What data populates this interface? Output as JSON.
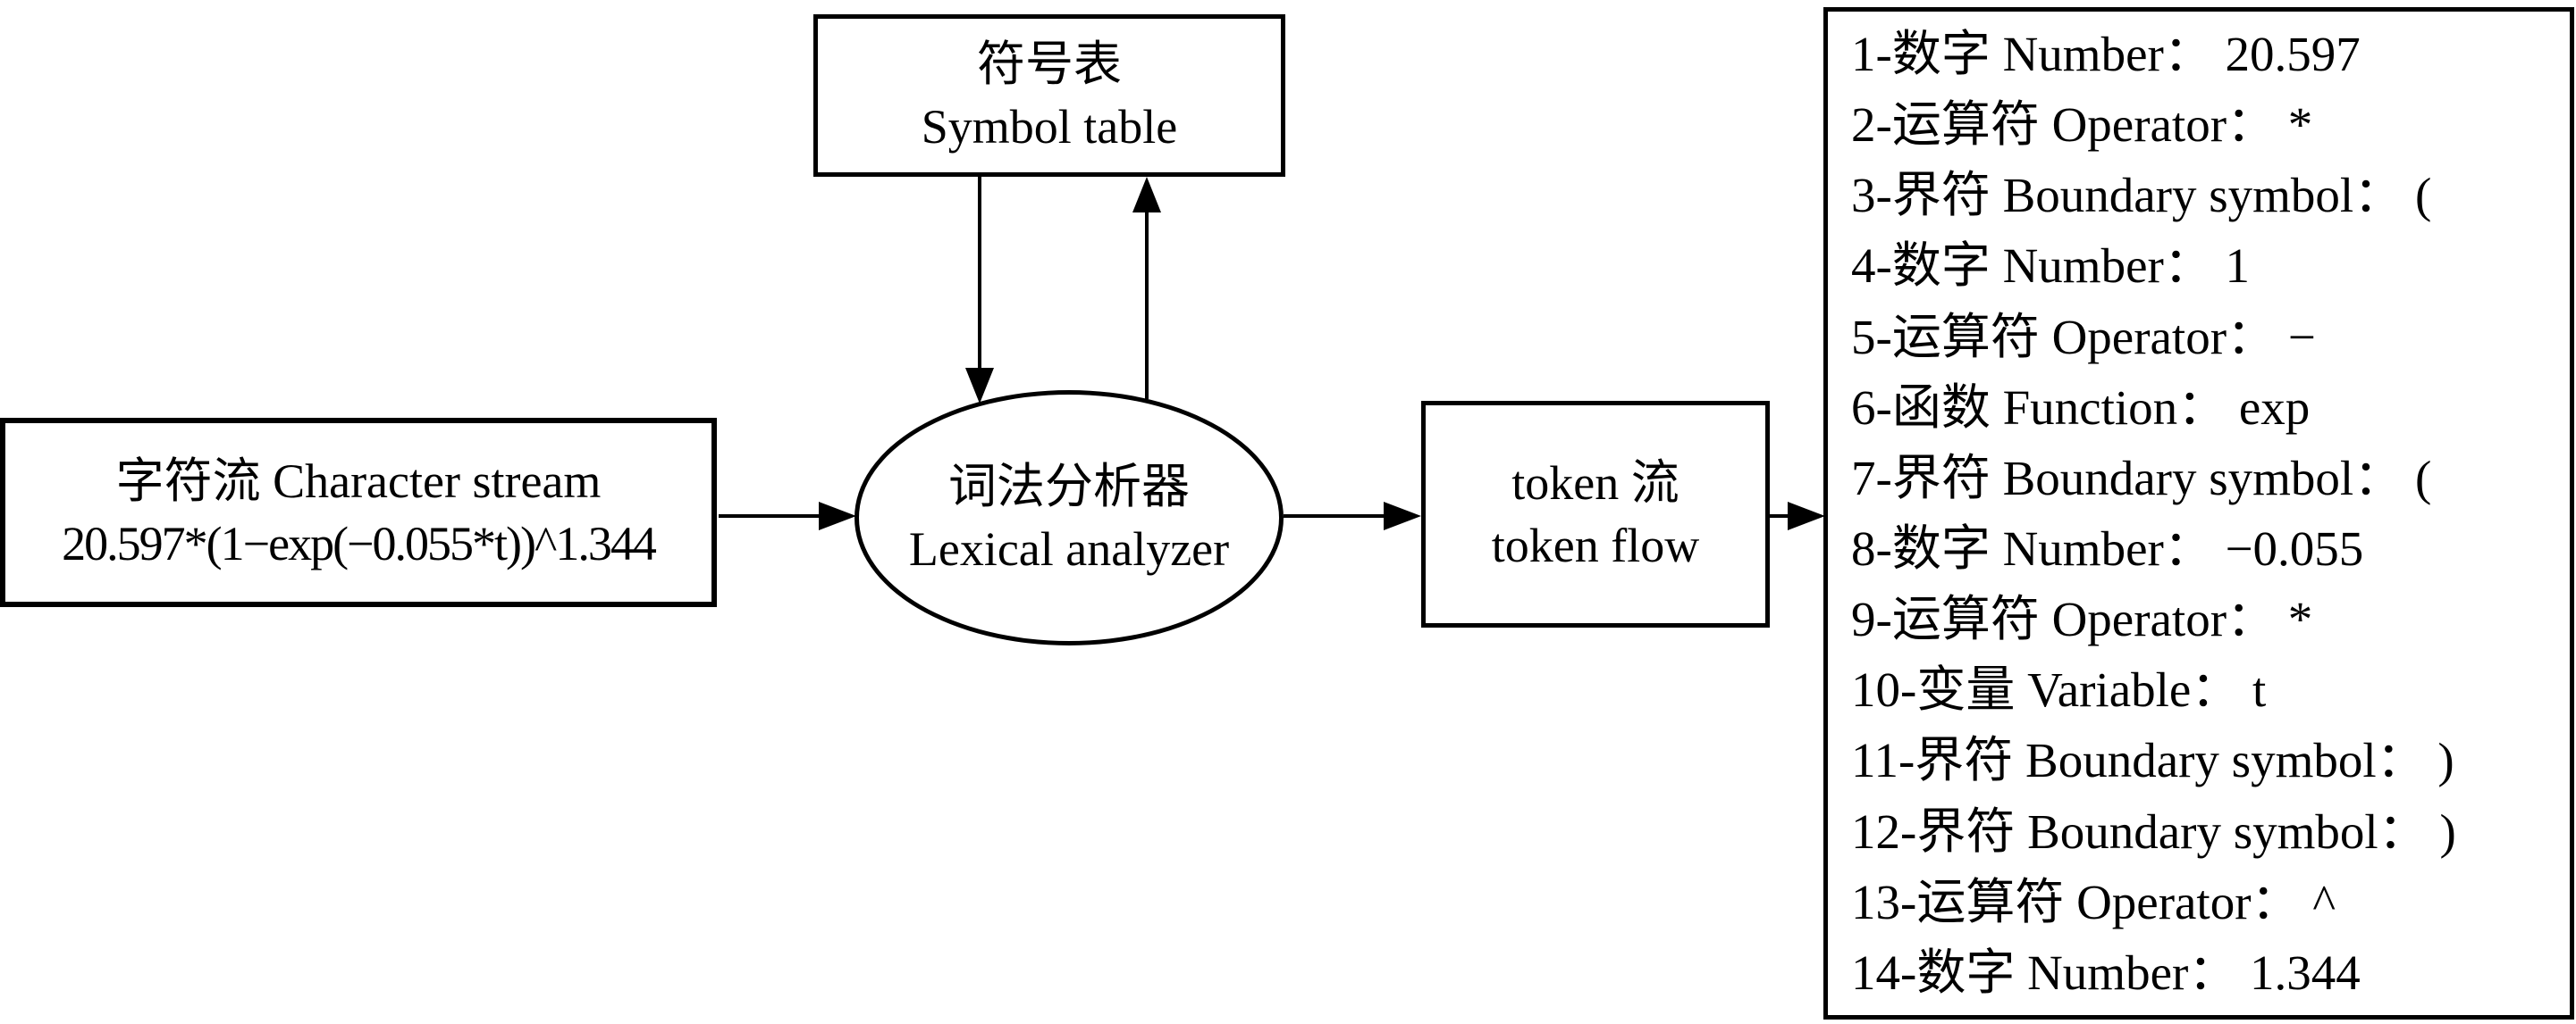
{
  "diagram": {
    "character_stream": {
      "line1": "字符流 Character stream",
      "line2": "20.597*(1−exp(−0.055*t))^1.344"
    },
    "symbol_table": {
      "line1": "符号表",
      "line2": "Symbol table"
    },
    "lexical_analyzer": {
      "line1": "词法分析器",
      "line2": "Lexical analyzer"
    },
    "token_flow": {
      "line1": "token 流",
      "line2": "token flow"
    },
    "token_list": {
      "items": [
        "1-数字 Number： 20.597",
        "2-运算符 Operator： *",
        "3-界符 Boundary symbol： (",
        "4-数字 Number： 1",
        "5-运算符 Operator： −",
        "6-函数 Function： exp",
        "7-界符 Boundary symbol： (",
        "8-数字 Number： −0.055",
        "9-运算符 Operator： *",
        "10-变量 Variable： t",
        "11-界符 Boundary symbol： )",
        "12-界符 Boundary symbol： )",
        "13-运算符 Operator： ^",
        "14-数字 Number： 1.344"
      ]
    },
    "colors": {
      "ink": "#000000",
      "background": "#ffffff"
    }
  }
}
